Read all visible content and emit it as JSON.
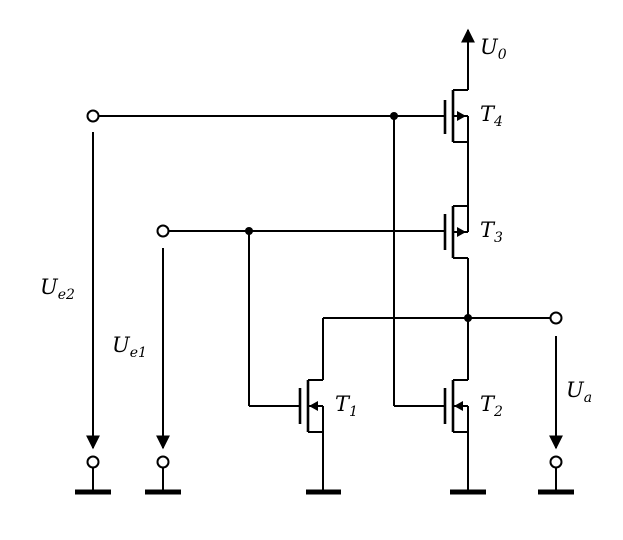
{
  "labels": {
    "supply": {
      "main": "U",
      "sub": "0"
    },
    "t4": {
      "main": "T",
      "sub": "4"
    },
    "t3": {
      "main": "T",
      "sub": "3"
    },
    "t2": {
      "main": "T",
      "sub": "2"
    },
    "t1": {
      "main": "T",
      "sub": "1"
    },
    "ue2": {
      "main": "U",
      "sub": "e2"
    },
    "ue1": {
      "main": "U",
      "sub": "e1"
    },
    "ua": {
      "main": "U",
      "sub": "a"
    }
  },
  "colors": {
    "stroke": "#000000",
    "background": "#ffffff"
  },
  "icons": {
    "terminal": "open-circle",
    "junction": "filled-dot",
    "ground": "ground-bar",
    "arrow": "arrowhead"
  }
}
